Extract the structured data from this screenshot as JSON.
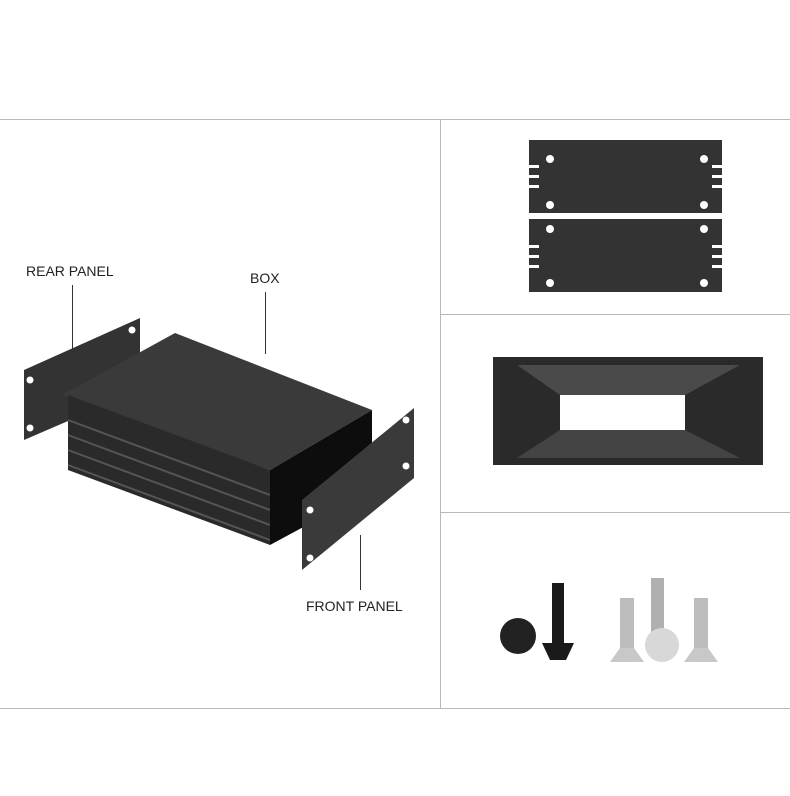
{
  "labels": {
    "rear_panel": "REAR PANEL",
    "box": "BOX",
    "front_panel": "FRONT PANEL"
  },
  "colors": {
    "metal": "#2e2e2e",
    "metal_light": "#3a3a3a",
    "divider": "#b8b8b8",
    "steel": "#c8c8c8"
  }
}
